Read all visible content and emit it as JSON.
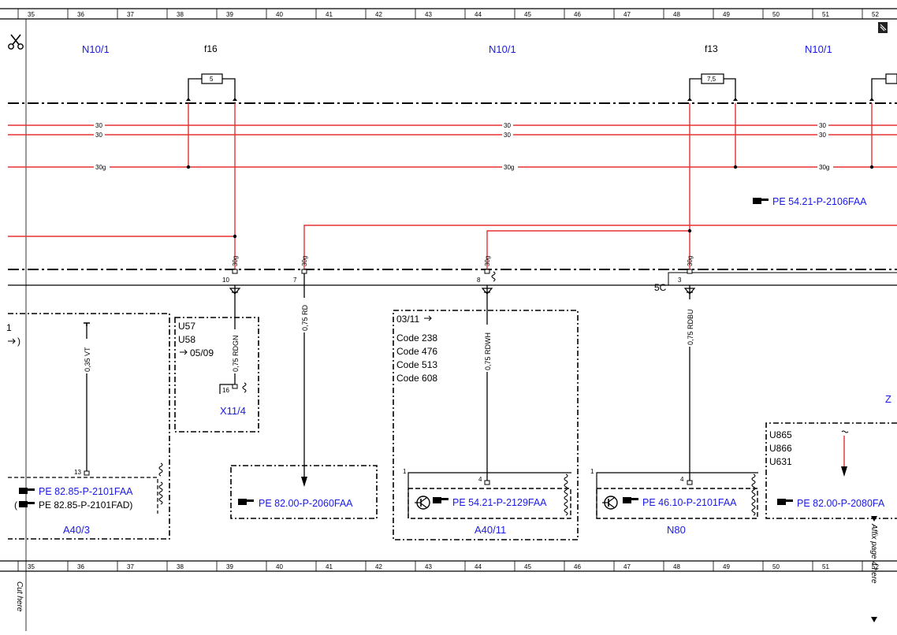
{
  "ruler": {
    "columns": [
      "35",
      "36",
      "37",
      "38",
      "39",
      "40",
      "41",
      "42",
      "43",
      "44",
      "45",
      "46",
      "47",
      "48",
      "49",
      "50",
      "51",
      "52"
    ]
  },
  "icons": [
    "scissors-icon",
    "page-corner-icon",
    "pointing-hand-icon",
    "transistor-icon"
  ],
  "headers": {
    "n10_1_a": "N10/1",
    "f16": "f16",
    "n10_1_b": "N10/1",
    "f13": "f13",
    "n10_1_c": "N10/1"
  },
  "fuses": {
    "f16_rating": "5",
    "f13_rating": "7,5"
  },
  "bus": {
    "line30": "30",
    "line30g": "30g"
  },
  "refs": {
    "pe_2106": "PE 54.21-P-2106FAA",
    "pe_2101faa": "PE 82.85-P-2101FAA",
    "pe_2101fad": "PE 82.85-P-2101FAD)",
    "pe_2060": "PE 82.00-P-2060FAA",
    "pe_2129": "PE 54.21-P-2129FAA",
    "pe_46_2101": "PE 46.10-P-2101FAA",
    "pe_2080": "PE 82.00-P-2080FA"
  },
  "pins": {
    "p10": "10",
    "p7": "7",
    "p8": "8",
    "p3": "3",
    "p5c": "5C",
    "p13": "13",
    "p16": "16",
    "p4a": "4",
    "p4b": "4",
    "p1a": "1",
    "p1b": "1",
    "p1c": "1"
  },
  "wires": {
    "w_rdgn": "0,75 RDGN",
    "w_rd": "0,75 RD",
    "w_rdwh": "0,75 RDWH",
    "w_rdbu": "0,75 RDBU",
    "w_vt": "0,35 VT"
  },
  "components": {
    "a40_3": "A40/3",
    "x11_4": "X11/4",
    "a40_11": "A40/11",
    "n80": "N80",
    "z_partial": "Z"
  },
  "boxes": {
    "u57": "U57",
    "u58": "U58",
    "since_0509": "05/09",
    "since_0311": "03/11",
    "code238": "Code 238",
    "code476": "Code 476",
    "code513": "Code 513",
    "code608": "Code 608",
    "u865": "U865",
    "u866": "U866",
    "u631": "U631",
    "left_paren": ")",
    "left_open_paren": "(",
    "left_one": "1"
  },
  "margin": {
    "cut_here": "Cut here",
    "affix_page": "Affix page 4 here"
  }
}
